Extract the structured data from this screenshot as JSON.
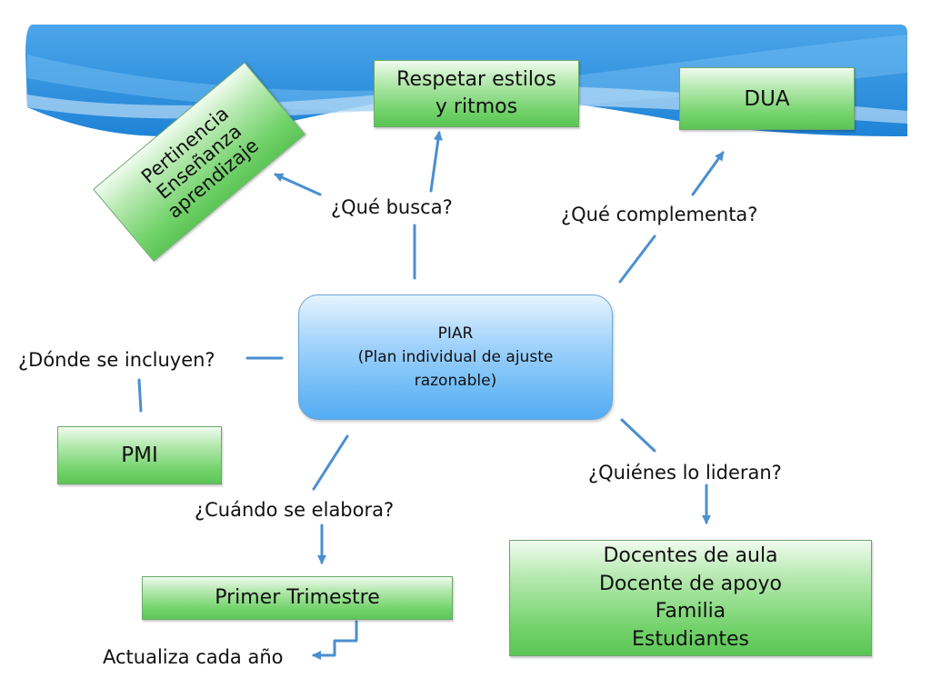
{
  "center_node": {
    "text": "PIAR\n(Plan individual de ajuste\nrazonable)"
  },
  "nodes": {
    "respetar": "Respetar estilos\ny ritmos",
    "dua": "DUA",
    "pertinencia": "Pertinencia\nEnseñanza\naprendizaje",
    "pmi": "PMI",
    "primer_trimestre": "Primer Trimestre",
    "docentes": "Docentes de aula\nDocente de apoyo\nFamilia\nEstudiantes"
  },
  "questions": {
    "que_busca": "¿Qué busca?",
    "que_complementa": "¿Qué complementa?",
    "donde_se_incluyen": "¿Dónde se incluyen?",
    "quienes_lo_lideran": "¿Quiénes lo lideran?",
    "cuando_se_elabora": "¿Cuándo se elabora?",
    "actualiza_cada_ano": "Actualiza cada año"
  },
  "colors": {
    "arrow": "#4a8fd0",
    "box_green": "#74d36c",
    "node_blue": "#6dbaf6",
    "banner_blue": "#2f8fdc"
  }
}
